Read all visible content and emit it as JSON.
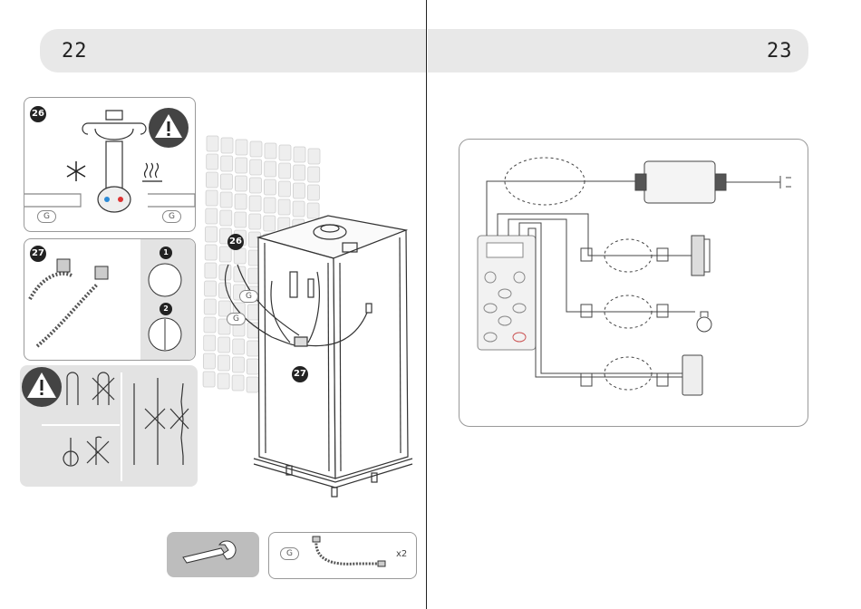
{
  "pages": {
    "left_number": "22",
    "right_number": "23"
  },
  "steps": {
    "step26": "26",
    "step27": "27",
    "sub1": "1",
    "sub2": "2"
  },
  "tags": {
    "g": "G"
  },
  "tools": {
    "hose_qty": "x2"
  },
  "icons": [
    "warning-icon",
    "snowflake-icon",
    "heat-icon",
    "wrench-icon",
    "hose-icon",
    "speaker-icon",
    "fan-icon",
    "light-icon"
  ]
}
